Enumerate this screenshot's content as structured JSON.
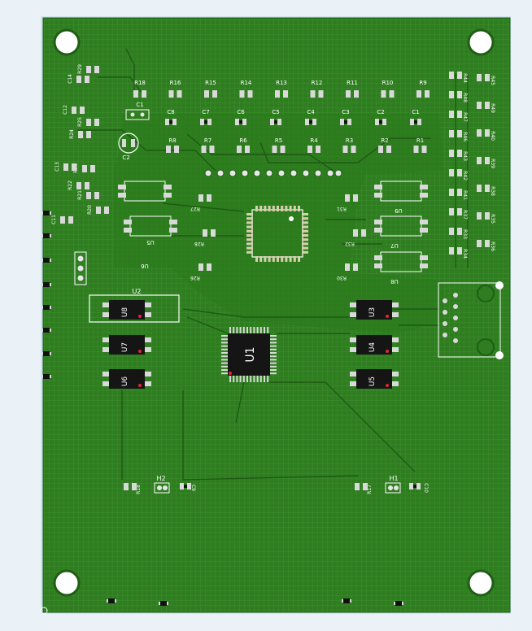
{
  "board": {
    "colors": {
      "background": "#eaf2f8",
      "board_outline": "#cfe3f0",
      "copper": "#2f7d20",
      "copper_dark": "#1f5e14",
      "copper_grid": "#3a8d2a",
      "pad": "#d9d9d9",
      "pad_dark": "#b9b9b9",
      "silk": "#ffffff",
      "ic_body": "#151515",
      "pin1": "#e0262f"
    },
    "mounting_holes": 4,
    "resistors_top_row": [
      "R18",
      "R16",
      "R15",
      "R14",
      "R13",
      "R12",
      "R11",
      "R10",
      "R9"
    ],
    "caps_row": [
      "C8",
      "C7",
      "C6",
      "C5",
      "C4",
      "C3",
      "C2",
      "C1"
    ],
    "resistors_mid_row": [
      "R8",
      "R7",
      "R6",
      "R5",
      "R4",
      "R3",
      "R2",
      "R1"
    ],
    "left_labels": [
      "R29",
      "C14",
      "R25",
      "R24",
      "R23",
      "R22",
      "R21",
      "R20",
      "C11",
      "C12",
      "C13"
    ],
    "left_top_component": "C1",
    "electrolytic_cap": "C2",
    "right_column": [
      "R44",
      "R48",
      "R47",
      "R46",
      "R43",
      "R42",
      "R41",
      "R37",
      "R33",
      "R34"
    ],
    "right_column2": [
      "R45",
      "R49",
      "R40",
      "R39",
      "R38",
      "R35",
      "R36"
    ],
    "upper_ics": [
      "U6",
      "U5",
      "U9",
      "U7",
      "U8"
    ],
    "mid_resistors": [
      "R27",
      "R28",
      "R26",
      "R31",
      "R32",
      "R30"
    ],
    "optocouplers_left": [
      "U2",
      "U8",
      "U7",
      "U6"
    ],
    "optocouplers_right": [
      "U3",
      "U4",
      "U5"
    ],
    "mcu": "U1",
    "headers": [
      "H1",
      "H2"
    ],
    "bottom_labels": [
      "R17",
      "C10",
      "R18",
      "C9"
    ]
  }
}
